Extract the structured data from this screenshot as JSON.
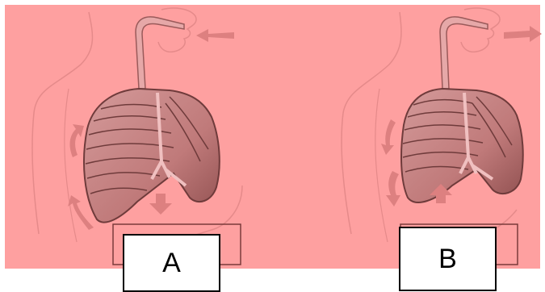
{
  "panels": [
    {
      "label": "A",
      "phase": "inhalation",
      "airflow": "in",
      "diaphragm_arrow": "down"
    },
    {
      "label": "B",
      "phase": "exhalation",
      "airflow": "out",
      "diaphragm_arrow": "up"
    }
  ],
  "colors": {
    "background": "#fea0a0",
    "outline": "#e58a8a",
    "lung": "#c98585",
    "lung_dark": "#9a5a5a",
    "rib": "#b87272",
    "arrow": "#dd8080",
    "label_box_fill": "#ffffff",
    "label_box_border": "#000000"
  }
}
